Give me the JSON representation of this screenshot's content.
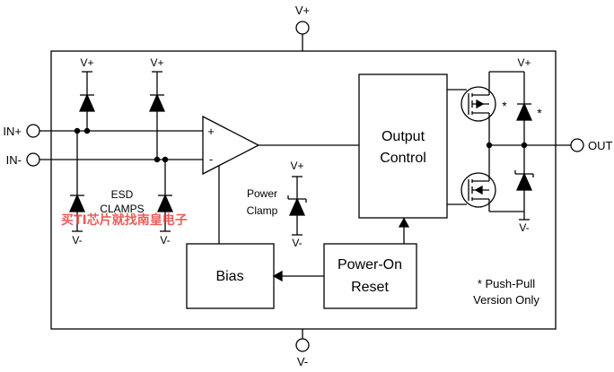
{
  "supply": {
    "top_label": "V+",
    "bottom_label": "V-"
  },
  "pins": {
    "in_plus": "IN+",
    "in_minus": "IN-",
    "out": "OUT"
  },
  "esd": {
    "label_line1": "ESD",
    "label_line2": "CLAMPS",
    "rail_vplus": "V+",
    "rail_vminus": "V-"
  },
  "opamp": {
    "plus_sign": "+",
    "minus_sign": "-"
  },
  "power_clamp": {
    "line1": "Power",
    "line2": "Clamp",
    "vplus": "V+",
    "vminus": "V-"
  },
  "blocks": {
    "output_control_line1": "Output",
    "output_control_line2": "Control",
    "bias": "Bias",
    "por_line1": "Power-On",
    "por_line2": "Reset"
  },
  "output_stage": {
    "vplus": "V+",
    "vminus": "V-",
    "star_fet": "*",
    "star_diode": "*"
  },
  "note": {
    "line1": "* Push-Pull",
    "line2": "Version Only"
  },
  "watermark": "买TI芯片就找南皇电子",
  "colors": {
    "line": "#000000",
    "watermark": "#e8413c"
  }
}
